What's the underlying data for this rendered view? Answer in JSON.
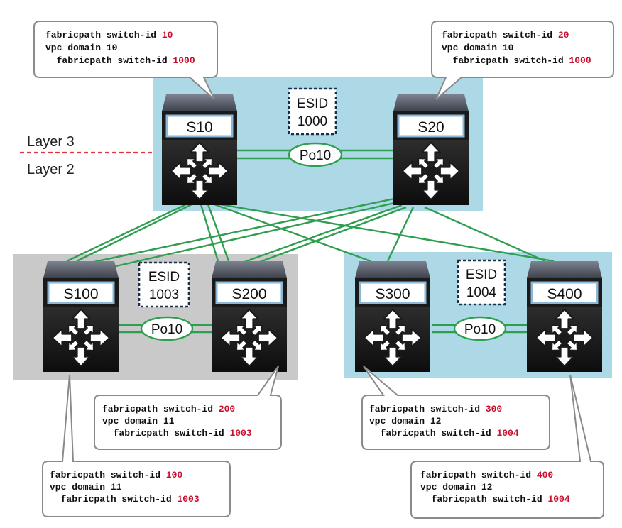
{
  "colors": {
    "highlight": "#c8102e",
    "link": "#2e9e4f",
    "layer_separator": "#d9363e",
    "box_blue": "#add8e6",
    "box_gray": "#c9c9c9",
    "esid_border": "#1c2d4a",
    "switch_body": "#1a1a1a"
  },
  "layers": {
    "layer3": "Layer 3",
    "layer2": "Layer 2"
  },
  "switches": [
    {
      "id": "s10",
      "label": "S10"
    },
    {
      "id": "s20",
      "label": "S20"
    },
    {
      "id": "s100",
      "label": "S100"
    },
    {
      "id": "s200",
      "label": "S200"
    },
    {
      "id": "s300",
      "label": "S300"
    },
    {
      "id": "s400",
      "label": "S400"
    }
  ],
  "esids": [
    {
      "id": "esid-1000",
      "line1": "ESID",
      "line2": "1000"
    },
    {
      "id": "esid-1003",
      "line1": "ESID",
      "line2": "1003"
    },
    {
      "id": "esid-1004",
      "line1": "ESID",
      "line2": "1004"
    }
  ],
  "port_channels": [
    {
      "id": "po-top",
      "label": "Po10"
    },
    {
      "id": "po-left",
      "label": "Po10"
    },
    {
      "id": "po-right",
      "label": "Po10"
    }
  ],
  "callouts": [
    {
      "id": "s10",
      "line1_prefix": "fabricpath switch-id ",
      "line1_value": "10",
      "line2": "vpc domain 10",
      "line3_prefix": "  fabricpath switch-id ",
      "line3_value": "1000"
    },
    {
      "id": "s20",
      "line1_prefix": "fabricpath switch-id ",
      "line1_value": "20",
      "line2": "vpc domain 10",
      "line3_prefix": "  fabricpath switch-id ",
      "line3_value": "1000"
    },
    {
      "id": "s200",
      "line1_prefix": "fabricpath switch-id ",
      "line1_value": "200",
      "line2": "vpc domain 11",
      "line3_prefix": "  fabricpath switch-id ",
      "line3_value": "1003"
    },
    {
      "id": "s300",
      "line1_prefix": "fabricpath switch-id ",
      "line1_value": "300",
      "line2": "vpc domain 12",
      "line3_prefix": "  fabricpath switch-id ",
      "line3_value": "1004"
    },
    {
      "id": "s100",
      "line1_prefix": "fabricpath switch-id ",
      "line1_value": "100",
      "line2": "vpc domain 11",
      "line3_prefix": "  fabricpath switch-id ",
      "line3_value": "1003"
    },
    {
      "id": "s400",
      "line1_prefix": "fabricpath switch-id ",
      "line1_value": "400",
      "line2": "vpc domain 12",
      "line3_prefix": "  fabricpath switch-id ",
      "line3_value": "1004"
    }
  ]
}
